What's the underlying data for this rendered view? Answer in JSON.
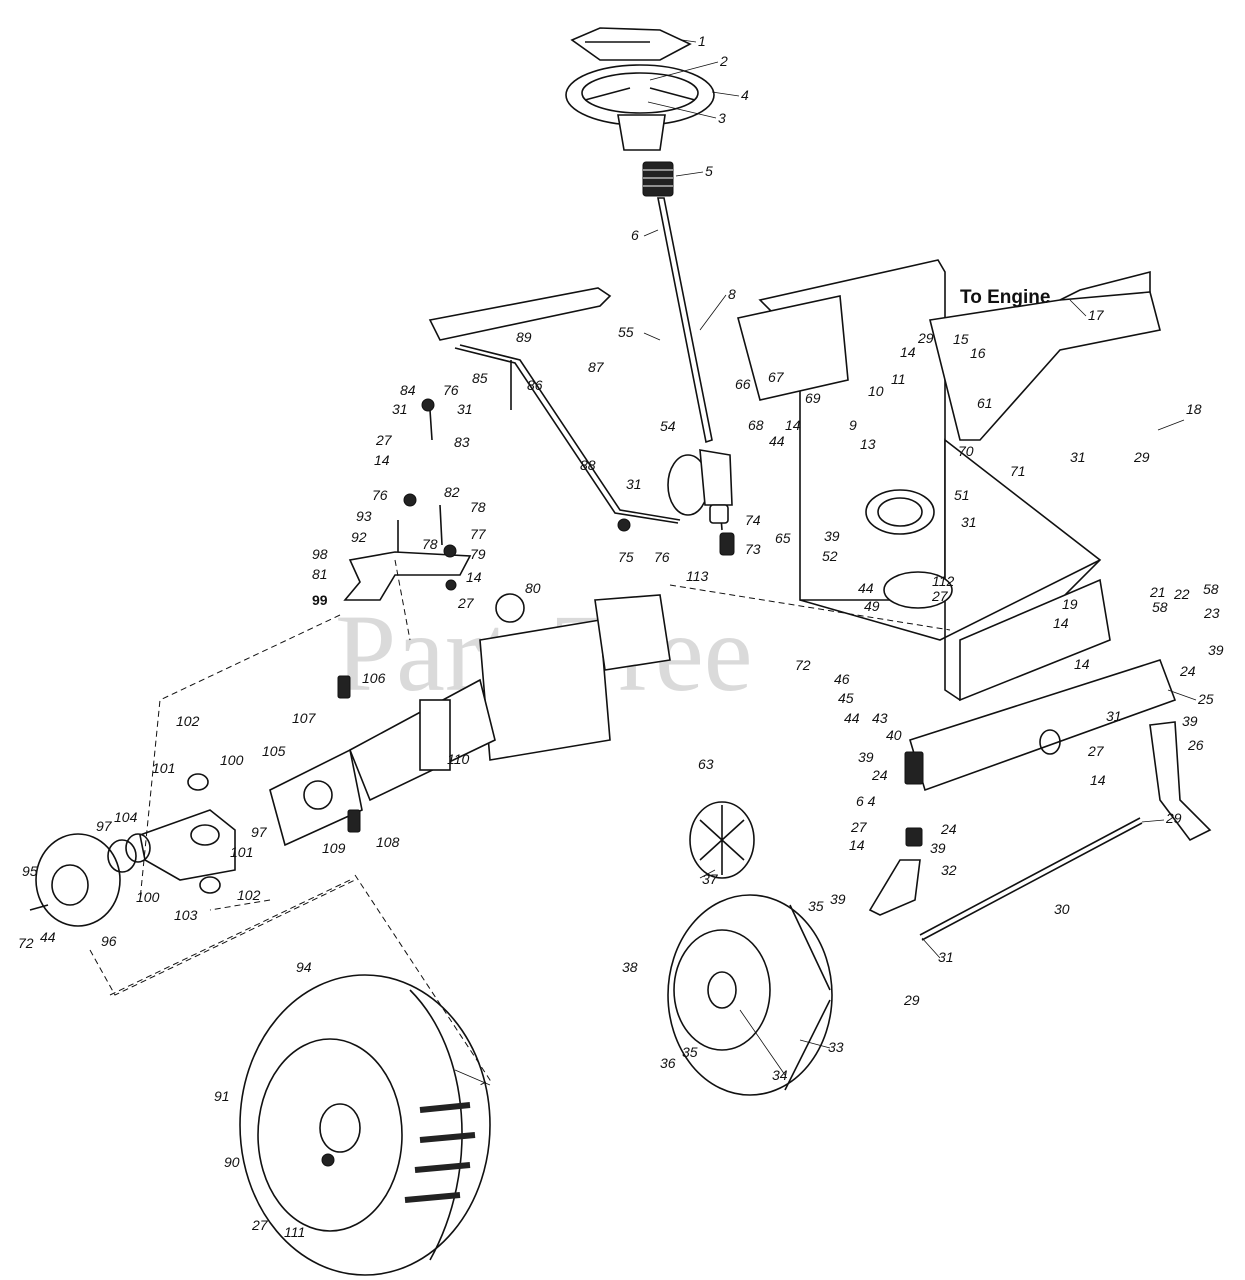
{
  "heading": "To Engine",
  "watermark": "PartsTree",
  "labels": [
    {
      "id": "1",
      "text": "1"
    },
    {
      "id": "2",
      "text": "2"
    },
    {
      "id": "3",
      "text": "3"
    },
    {
      "id": "4",
      "text": "4"
    },
    {
      "id": "5",
      "text": "5"
    },
    {
      "id": "6",
      "text": "6"
    },
    {
      "id": "8",
      "text": "8"
    },
    {
      "id": "55",
      "text": "55"
    },
    {
      "id": "89",
      "text": "89"
    },
    {
      "id": "87",
      "text": "87"
    },
    {
      "id": "85",
      "text": "85"
    },
    {
      "id": "86",
      "text": "86"
    },
    {
      "id": "84",
      "text": "84"
    },
    {
      "id": "76a",
      "text": "76"
    },
    {
      "id": "31a",
      "text": "31"
    },
    {
      "id": "31b",
      "text": "31"
    },
    {
      "id": "27a",
      "text": "27"
    },
    {
      "id": "14a",
      "text": "14"
    },
    {
      "id": "83",
      "text": "83"
    },
    {
      "id": "88",
      "text": "88"
    },
    {
      "id": "76b",
      "text": "76"
    },
    {
      "id": "82",
      "text": "82"
    },
    {
      "id": "78a",
      "text": "78"
    },
    {
      "id": "93",
      "text": "93"
    },
    {
      "id": "78b",
      "text": "78"
    },
    {
      "id": "77",
      "text": "77"
    },
    {
      "id": "92",
      "text": "92"
    },
    {
      "id": "79",
      "text": "79"
    },
    {
      "id": "98",
      "text": "98"
    },
    {
      "id": "81",
      "text": "81"
    },
    {
      "id": "14b",
      "text": "14"
    },
    {
      "id": "99",
      "text": "99"
    },
    {
      "id": "27b",
      "text": "27"
    },
    {
      "id": "54",
      "text": "54"
    },
    {
      "id": "31c",
      "text": "31"
    },
    {
      "id": "75",
      "text": "75"
    },
    {
      "id": "76c",
      "text": "76"
    },
    {
      "id": "113",
      "text": "113"
    },
    {
      "id": "74",
      "text": "74"
    },
    {
      "id": "73",
      "text": "73"
    },
    {
      "id": "66",
      "text": "66"
    },
    {
      "id": "67",
      "text": "67"
    },
    {
      "id": "69",
      "text": "69"
    },
    {
      "id": "68",
      "text": "68"
    },
    {
      "id": "14c",
      "text": "14"
    },
    {
      "id": "44a",
      "text": "44"
    },
    {
      "id": "65",
      "text": "65"
    },
    {
      "id": "10",
      "text": "10"
    },
    {
      "id": "11",
      "text": "11"
    },
    {
      "id": "9",
      "text": "9"
    },
    {
      "id": "13",
      "text": "13"
    },
    {
      "id": "29a",
      "text": "29"
    },
    {
      "id": "14d",
      "text": "14"
    },
    {
      "id": "15",
      "text": "15"
    },
    {
      "id": "16",
      "text": "16"
    },
    {
      "id": "61",
      "text": "61"
    },
    {
      "id": "17",
      "text": "17"
    },
    {
      "id": "70",
      "text": "70"
    },
    {
      "id": "71",
      "text": "71"
    },
    {
      "id": "51",
      "text": "51"
    },
    {
      "id": "31d",
      "text": "31"
    },
    {
      "id": "39a",
      "text": "39"
    },
    {
      "id": "52",
      "text": "52"
    },
    {
      "id": "44b",
      "text": "44"
    },
    {
      "id": "49",
      "text": "49"
    },
    {
      "id": "112",
      "text": "112"
    },
    {
      "id": "27c",
      "text": "27"
    },
    {
      "id": "18",
      "text": "18"
    },
    {
      "id": "31e",
      "text": "31"
    },
    {
      "id": "29b",
      "text": "29"
    },
    {
      "id": "19",
      "text": "19"
    },
    {
      "id": "14e",
      "text": "14"
    },
    {
      "id": "72a",
      "text": "72"
    },
    {
      "id": "21",
      "text": "21"
    },
    {
      "id": "58a",
      "text": "58"
    },
    {
      "id": "22",
      "text": "22"
    },
    {
      "id": "58b",
      "text": "58"
    },
    {
      "id": "23",
      "text": "23"
    },
    {
      "id": "39b",
      "text": "39"
    },
    {
      "id": "14f",
      "text": "14"
    },
    {
      "id": "24a",
      "text": "24"
    },
    {
      "id": "25",
      "text": "25"
    },
    {
      "id": "31f",
      "text": "31"
    },
    {
      "id": "39c",
      "text": "39"
    },
    {
      "id": "27d",
      "text": "27"
    },
    {
      "id": "26",
      "text": "26"
    },
    {
      "id": "14g",
      "text": "14"
    },
    {
      "id": "29c",
      "text": "29"
    },
    {
      "id": "46",
      "text": "46"
    },
    {
      "id": "45",
      "text": "45"
    },
    {
      "id": "44c",
      "text": "44"
    },
    {
      "id": "43",
      "text": "43"
    },
    {
      "id": "40",
      "text": "40"
    },
    {
      "id": "39d",
      "text": "39"
    },
    {
      "id": "24b",
      "text": "24"
    },
    {
      "id": "64",
      "text": "6 4"
    },
    {
      "id": "27e",
      "text": "27"
    },
    {
      "id": "14h",
      "text": "14"
    },
    {
      "id": "24c",
      "text": "24"
    },
    {
      "id": "39e",
      "text": "39"
    },
    {
      "id": "32",
      "text": "32"
    },
    {
      "id": "30",
      "text": "30"
    },
    {
      "id": "35a",
      "text": "35"
    },
    {
      "id": "39f",
      "text": "39"
    },
    {
      "id": "31g",
      "text": "31"
    },
    {
      "id": "29d",
      "text": "29"
    },
    {
      "id": "63",
      "text": "63"
    },
    {
      "id": "37",
      "text": "37"
    },
    {
      "id": "38",
      "text": "38"
    },
    {
      "id": "36",
      "text": "36"
    },
    {
      "id": "35b",
      "text": "35"
    },
    {
      "id": "34",
      "text": "34"
    },
    {
      "id": "33",
      "text": "33"
    },
    {
      "id": "80",
      "text": "80"
    },
    {
      "id": "106",
      "text": "106"
    },
    {
      "id": "102a",
      "text": "102"
    },
    {
      "id": "107",
      "text": "107"
    },
    {
      "id": "101a",
      "text": "101"
    },
    {
      "id": "100a",
      "text": "100"
    },
    {
      "id": "105",
      "text": "105"
    },
    {
      "id": "110",
      "text": "110"
    },
    {
      "id": "104",
      "text": "104"
    },
    {
      "id": "97a",
      "text": "97"
    },
    {
      "id": "97b",
      "text": "97"
    },
    {
      "id": "109",
      "text": "109"
    },
    {
      "id": "108",
      "text": "108"
    },
    {
      "id": "101b",
      "text": "101"
    },
    {
      "id": "102b",
      "text": "102"
    },
    {
      "id": "95",
      "text": "95"
    },
    {
      "id": "100b",
      "text": "100"
    },
    {
      "id": "103",
      "text": "103"
    },
    {
      "id": "72b",
      "text": "72"
    },
    {
      "id": "44d",
      "text": "44"
    },
    {
      "id": "96",
      "text": "96"
    },
    {
      "id": "94",
      "text": "94"
    },
    {
      "id": "91",
      "text": "91"
    },
    {
      "id": "90",
      "text": "90"
    },
    {
      "id": "27f",
      "text": "27"
    },
    {
      "id": "111",
      "text": "111"
    }
  ]
}
